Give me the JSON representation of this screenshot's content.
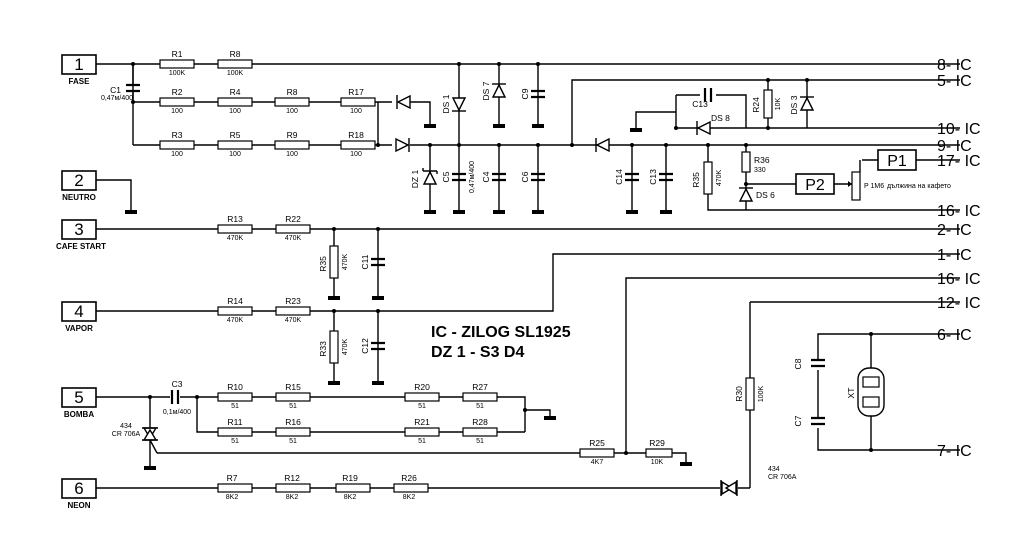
{
  "terminals": [
    {
      "num": "1",
      "name": "FASE"
    },
    {
      "num": "2",
      "name": "NEUTRO"
    },
    {
      "num": "3",
      "name": "CAFE START"
    },
    {
      "num": "4",
      "name": "VAPOR"
    },
    {
      "num": "5",
      "name": "BOMBA"
    },
    {
      "num": "6",
      "name": "NEON"
    }
  ],
  "ic_pins": [
    "8- IC",
    "5- IC",
    "10- IC",
    "9- IC",
    "17- IC",
    "16- IC",
    "2- IC",
    "1- IC",
    "16- IC",
    "12- IC",
    "6- IC",
    "7- IC"
  ],
  "note": {
    "line1": "IC - ZILOG SL1925",
    "line2": "DZ 1 - S3 D4"
  },
  "components": {
    "R1": {
      "label": "R1",
      "value": "100K"
    },
    "R8a": {
      "label": "R8",
      "value": "100K"
    },
    "R2": {
      "label": "R2",
      "value": "100"
    },
    "R4": {
      "label": "R4",
      "value": "100"
    },
    "R8b": {
      "label": "R8",
      "value": "100"
    },
    "R17": {
      "label": "R17",
      "value": "100"
    },
    "R3": {
      "label": "R3",
      "value": "100"
    },
    "R5": {
      "label": "R5",
      "value": "100"
    },
    "R9": {
      "label": "R9",
      "value": "100"
    },
    "R18": {
      "label": "R18",
      "value": "100"
    },
    "R13": {
      "label": "R13",
      "value": "470K"
    },
    "R22": {
      "label": "R22",
      "value": "470K"
    },
    "R14": {
      "label": "R14",
      "value": "470K"
    },
    "R23": {
      "label": "R23",
      "value": "470K"
    },
    "R35a": {
      "label": "R35",
      "value": "470K"
    },
    "R33": {
      "label": "R33",
      "value": "470K"
    },
    "R35b": {
      "label": "R35",
      "value": "470K"
    },
    "R24": {
      "label": "R24",
      "value": "10K"
    },
    "R36": {
      "label": "R36",
      "value": "330"
    },
    "R10": {
      "label": "R10",
      "value": "51"
    },
    "R15": {
      "label": "R15",
      "value": "51"
    },
    "R20": {
      "label": "R20",
      "value": "51"
    },
    "R27": {
      "label": "R27",
      "value": "51"
    },
    "R11": {
      "label": "R11",
      "value": "51"
    },
    "R16": {
      "label": "R16",
      "value": "51"
    },
    "R21": {
      "label": "R21",
      "value": "51"
    },
    "R28": {
      "label": "R28",
      "value": "51"
    },
    "R25": {
      "label": "R25",
      "value": "4K7"
    },
    "R29": {
      "label": "R29",
      "value": "10K"
    },
    "R30": {
      "label": "R30",
      "value": "100K"
    },
    "R7": {
      "label": "R7",
      "value": "8K2"
    },
    "R12": {
      "label": "R12",
      "value": "8K2"
    },
    "R19": {
      "label": "R19",
      "value": "8K2"
    },
    "R26": {
      "label": "R26",
      "value": "8K2"
    },
    "C1": {
      "label": "C1",
      "value": "0,47м/400"
    },
    "C3": {
      "label": "C3",
      "value": "0,1м/400"
    },
    "C5": {
      "label": "C5",
      "value": "0,47м/400"
    },
    "C4": {
      "label": "C4"
    },
    "C6": {
      "label": "C6"
    },
    "C9": {
      "label": "C9"
    },
    "C11": {
      "label": "C11"
    },
    "C12": {
      "label": "C12"
    },
    "C13a": {
      "label": "C13"
    },
    "C13b": {
      "label": "C13"
    },
    "C14": {
      "label": "C14"
    },
    "C7": {
      "label": "C7"
    },
    "C8": {
      "label": "C8"
    },
    "DS1": {
      "label": "DS 1"
    },
    "DS7": {
      "label": "DS 7"
    },
    "DS3": {
      "label": "DS 3"
    },
    "DS8": {
      "label": "DS 8"
    },
    "DS6": {
      "label": "DS 6"
    },
    "DZ1": {
      "label": "DZ 1"
    },
    "TR1": {
      "label": "434",
      "value": "CR 706A"
    },
    "TR2": {
      "label": "434",
      "value": "CR 706A"
    },
    "XT": {
      "label": "XT"
    },
    "P1": {
      "label": "P1"
    },
    "P2": {
      "label": "P2"
    },
    "POT": {
      "label": "P 1M6",
      "value": "дължина на кафето"
    }
  }
}
